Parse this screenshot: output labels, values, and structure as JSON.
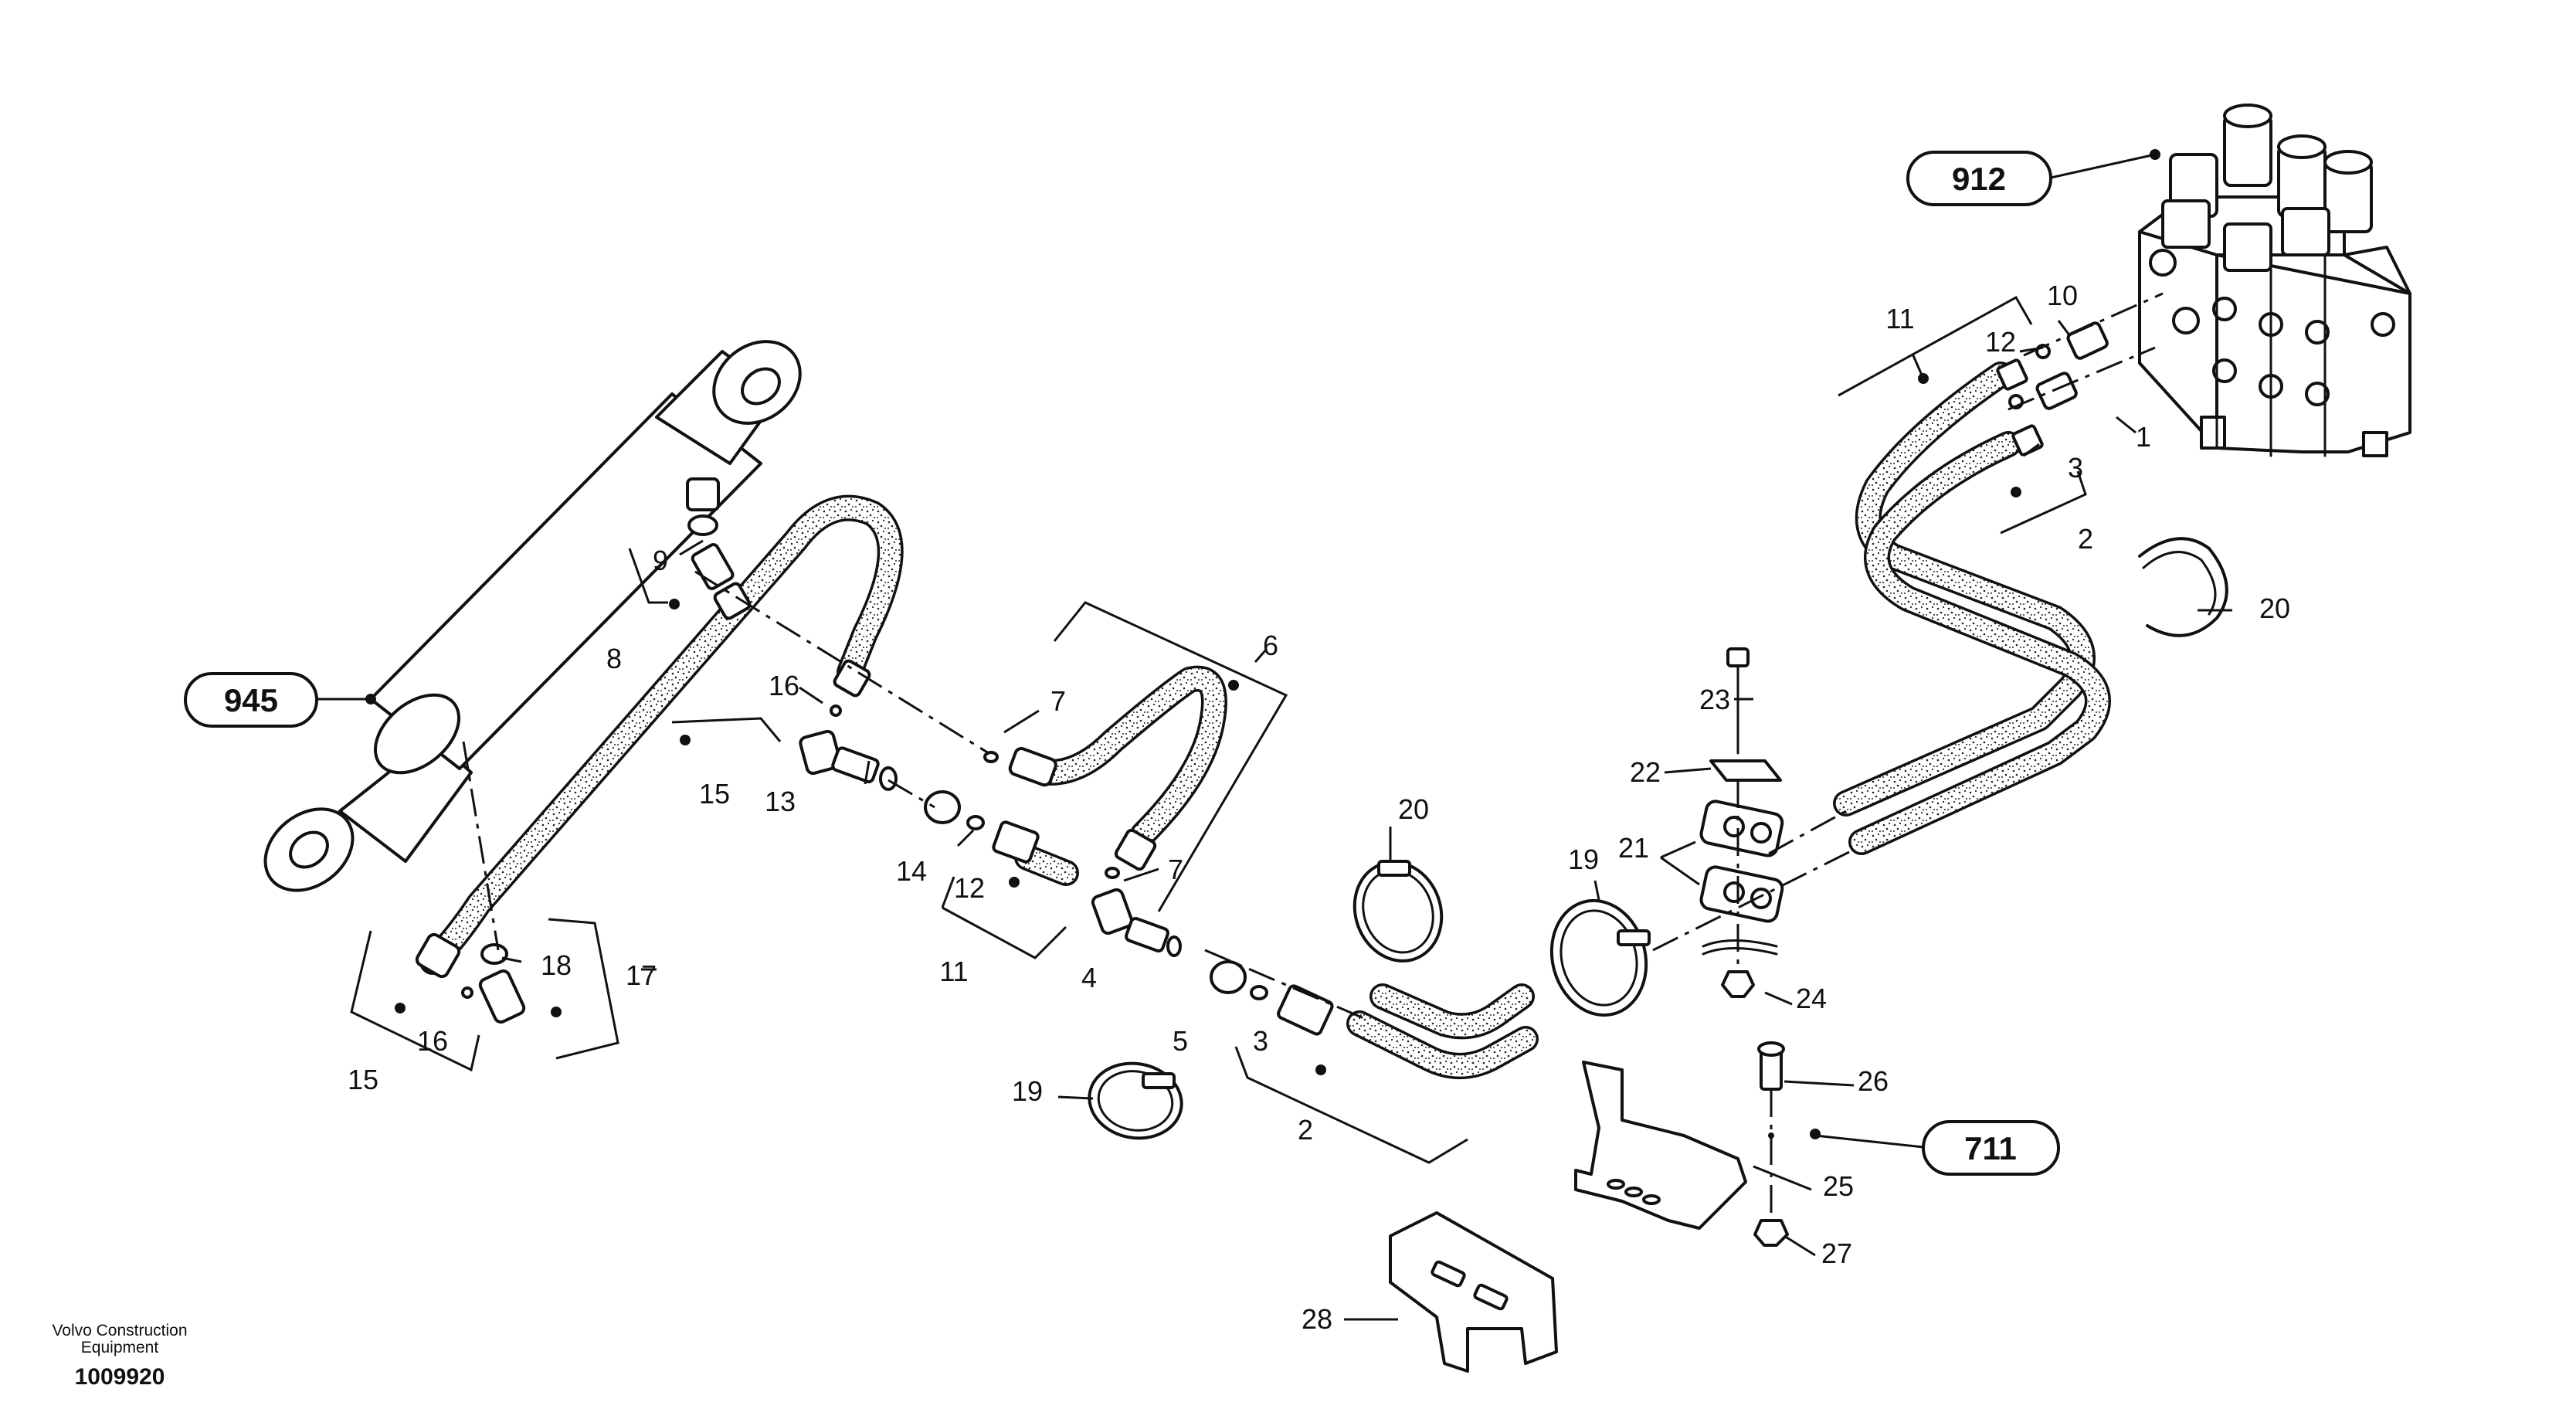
{
  "footer": {
    "brand": "Volvo Construction Equipment",
    "drawing_number": "1009920"
  },
  "references": {
    "r912": "912",
    "r945": "945",
    "r711": "711"
  },
  "callouts": {
    "c1": "1",
    "c2a": "2",
    "c2b": "2",
    "c3a": "3",
    "c3b": "3",
    "c4": "4",
    "c5": "5",
    "c6": "6",
    "c7a": "7",
    "c7b": "7",
    "c8": "8",
    "c9": "9",
    "c10": "10",
    "c11a": "11",
    "c11b": "11",
    "c12a": "12",
    "c12b": "12",
    "c13": "13",
    "c14": "14",
    "c15a": "15",
    "c15b": "15",
    "c16a": "16",
    "c16b": "16",
    "c17": "17",
    "c18": "18",
    "c19a": "19",
    "c19b": "19",
    "c20a": "20",
    "c20b": "20",
    "c21": "21",
    "c22": "22",
    "c23": "23",
    "c24": "24",
    "c25": "25",
    "c26": "26",
    "c27": "27",
    "c28": "28"
  }
}
